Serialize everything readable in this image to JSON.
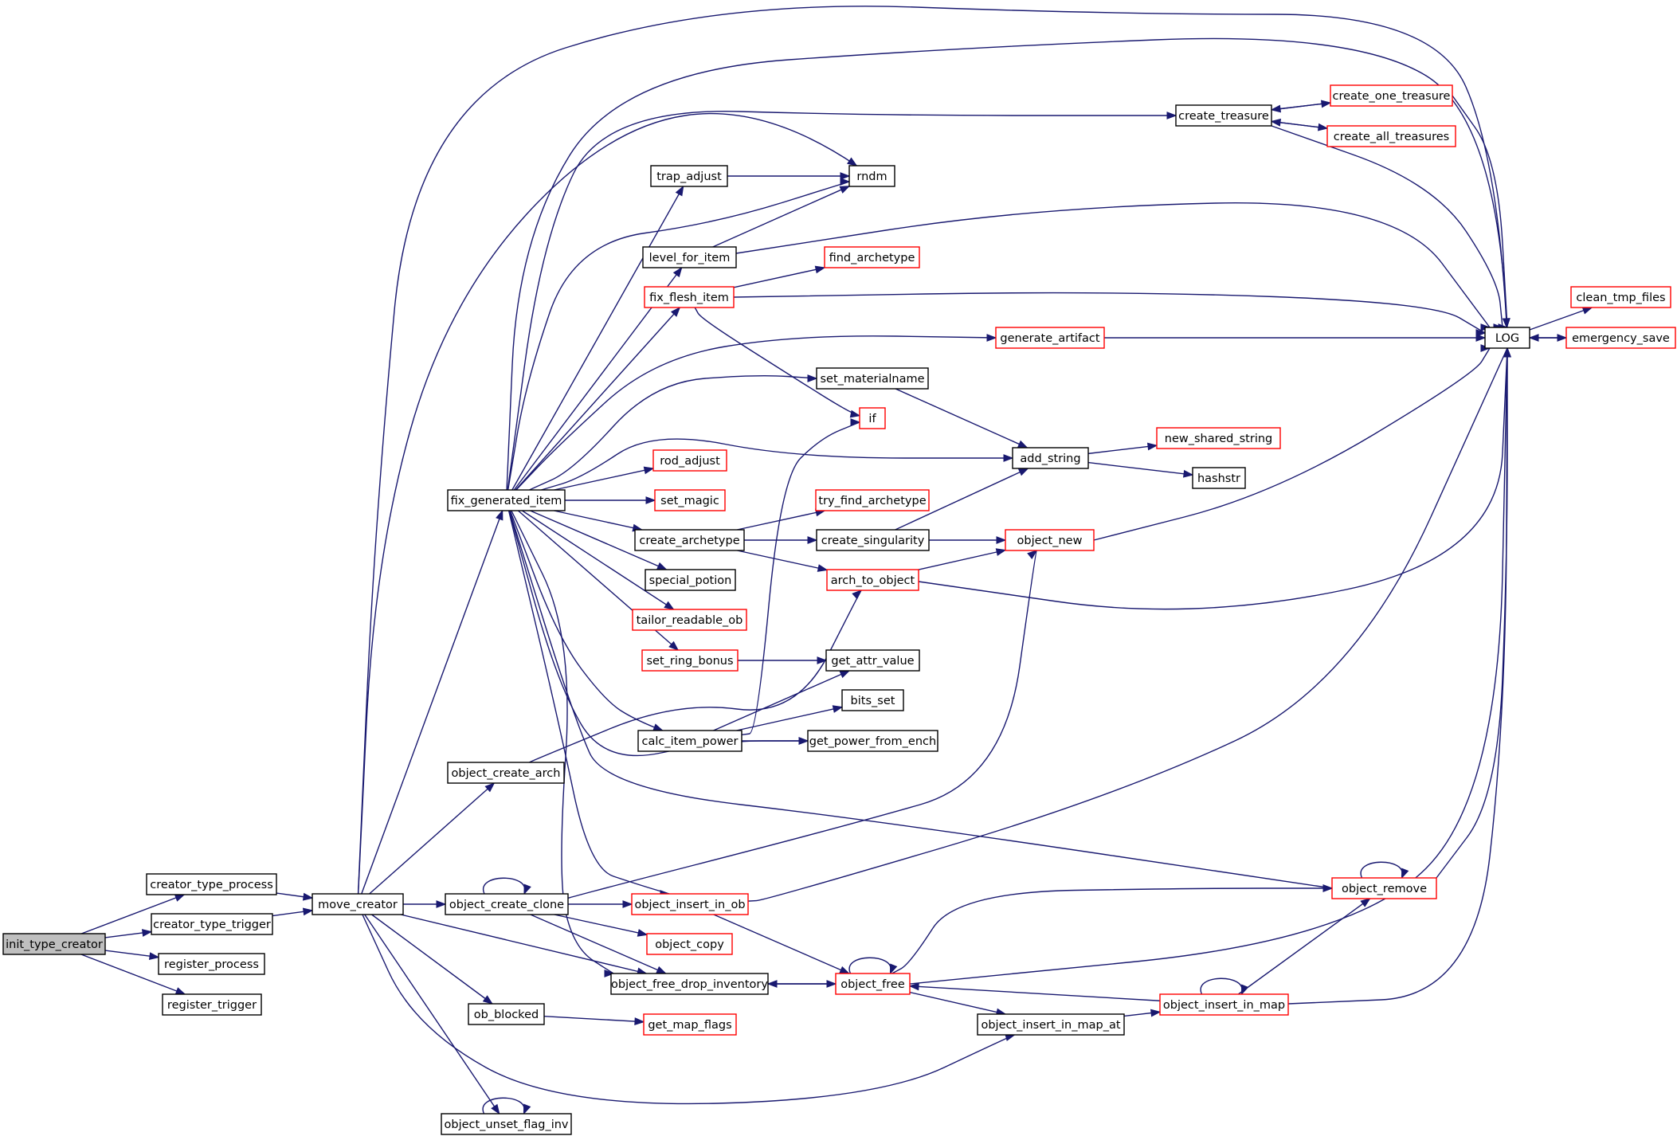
{
  "nodes": [
    {
      "id": "init_type_creator",
      "label": "init_type_creator",
      "style": "root"
    },
    {
      "id": "creator_type_process",
      "label": "creator_type_process",
      "style": "normal"
    },
    {
      "id": "creator_type_trigger",
      "label": "creator_type_trigger",
      "style": "normal"
    },
    {
      "id": "register_process",
      "label": "register_process",
      "style": "normal"
    },
    {
      "id": "register_trigger",
      "label": "register_trigger",
      "style": "normal"
    },
    {
      "id": "move_creator",
      "label": "move_creator",
      "style": "normal"
    },
    {
      "id": "fix_generated_item",
      "label": "fix_generated_item",
      "style": "normal"
    },
    {
      "id": "object_create_arch",
      "label": "object_create_arch",
      "style": "normal"
    },
    {
      "id": "object_create_clone",
      "label": "object_create_clone",
      "style": "normal"
    },
    {
      "id": "ob_blocked",
      "label": "ob_blocked",
      "style": "normal"
    },
    {
      "id": "object_unset_flag_inv",
      "label": "object_unset_flag_inv",
      "style": "normal"
    },
    {
      "id": "trap_adjust",
      "label": "trap_adjust",
      "style": "normal"
    },
    {
      "id": "level_for_item",
      "label": "level_for_item",
      "style": "normal"
    },
    {
      "id": "fix_flesh_item",
      "label": "fix_flesh_item",
      "style": "red"
    },
    {
      "id": "rod_adjust",
      "label": "rod_adjust",
      "style": "red"
    },
    {
      "id": "set_magic",
      "label": "set_magic",
      "style": "red"
    },
    {
      "id": "create_archetype",
      "label": "create_archetype",
      "style": "normal"
    },
    {
      "id": "special_potion",
      "label": "special_potion",
      "style": "normal"
    },
    {
      "id": "tailor_readable_ob",
      "label": "tailor_readable_ob",
      "style": "red"
    },
    {
      "id": "set_ring_bonus",
      "label": "set_ring_bonus",
      "style": "red"
    },
    {
      "id": "calc_item_power",
      "label": "calc_item_power",
      "style": "normal"
    },
    {
      "id": "object_insert_in_ob",
      "label": "object_insert_in_ob",
      "style": "red"
    },
    {
      "id": "object_copy",
      "label": "object_copy",
      "style": "red"
    },
    {
      "id": "object_free_drop_inventory",
      "label": "object_free_drop_inventory",
      "style": "normal"
    },
    {
      "id": "get_map_flags",
      "label": "get_map_flags",
      "style": "red"
    },
    {
      "id": "rndm",
      "label": "rndm",
      "style": "normal"
    },
    {
      "id": "find_archetype",
      "label": "find_archetype",
      "style": "red"
    },
    {
      "id": "set_materialname",
      "label": "set_materialname",
      "style": "normal"
    },
    {
      "id": "if",
      "label": "if",
      "style": "red"
    },
    {
      "id": "try_find_archetype",
      "label": "try_find_archetype",
      "style": "red"
    },
    {
      "id": "create_singularity",
      "label": "create_singularity",
      "style": "normal"
    },
    {
      "id": "arch_to_object",
      "label": "arch_to_object",
      "style": "red"
    },
    {
      "id": "get_attr_value",
      "label": "get_attr_value",
      "style": "normal"
    },
    {
      "id": "bits_set",
      "label": "bits_set",
      "style": "normal"
    },
    {
      "id": "get_power_from_ench",
      "label": "get_power_from_ench",
      "style": "normal"
    },
    {
      "id": "object_free",
      "label": "object_free",
      "style": "red"
    },
    {
      "id": "object_insert_in_map_at",
      "label": "object_insert_in_map_at",
      "style": "normal"
    },
    {
      "id": "generate_artifact",
      "label": "generate_artifact",
      "style": "red"
    },
    {
      "id": "add_string",
      "label": "add_string",
      "style": "normal"
    },
    {
      "id": "object_new",
      "label": "object_new",
      "style": "red"
    },
    {
      "id": "create_treasure",
      "label": "create_treasure",
      "style": "normal"
    },
    {
      "id": "new_shared_string",
      "label": "new_shared_string",
      "style": "red"
    },
    {
      "id": "hashstr",
      "label": "hashstr",
      "style": "normal"
    },
    {
      "id": "object_insert_in_map",
      "label": "object_insert_in_map",
      "style": "red"
    },
    {
      "id": "object_remove",
      "label": "object_remove",
      "style": "red"
    },
    {
      "id": "create_one_treasure",
      "label": "create_one_treasure",
      "style": "red"
    },
    {
      "id": "create_all_treasures",
      "label": "create_all_treasures",
      "style": "red"
    },
    {
      "id": "LOG",
      "label": "LOG",
      "style": "normal"
    },
    {
      "id": "clean_tmp_files",
      "label": "clean_tmp_files",
      "style": "red"
    },
    {
      "id": "emergency_save",
      "label": "emergency_save",
      "style": "red"
    }
  ],
  "edges": [
    [
      "init_type_creator",
      "creator_type_process"
    ],
    [
      "init_type_creator",
      "creator_type_trigger"
    ],
    [
      "init_type_creator",
      "register_process"
    ],
    [
      "init_type_creator",
      "register_trigger"
    ],
    [
      "creator_type_process",
      "move_creator"
    ],
    [
      "creator_type_trigger",
      "move_creator"
    ],
    [
      "move_creator",
      "fix_generated_item"
    ],
    [
      "move_creator",
      "object_create_arch"
    ],
    [
      "move_creator",
      "object_create_clone"
    ],
    [
      "move_creator",
      "ob_blocked"
    ],
    [
      "move_creator",
      "object_unset_flag_inv"
    ],
    [
      "move_creator",
      "object_free_drop_inventory"
    ],
    [
      "move_creator",
      "object_insert_in_map_at"
    ],
    [
      "move_creator",
      "rndm"
    ],
    [
      "move_creator",
      "LOG"
    ],
    [
      "fix_generated_item",
      "trap_adjust"
    ],
    [
      "fix_generated_item",
      "level_for_item"
    ],
    [
      "fix_generated_item",
      "fix_flesh_item"
    ],
    [
      "fix_generated_item",
      "rod_adjust"
    ],
    [
      "fix_generated_item",
      "set_magic"
    ],
    [
      "fix_generated_item",
      "create_archetype"
    ],
    [
      "fix_generated_item",
      "special_potion"
    ],
    [
      "fix_generated_item",
      "tailor_readable_ob"
    ],
    [
      "fix_generated_item",
      "set_ring_bonus"
    ],
    [
      "fix_generated_item",
      "calc_item_power"
    ],
    [
      "fix_generated_item",
      "object_insert_in_ob"
    ],
    [
      "fix_generated_item",
      "object_free_drop_inventory"
    ],
    [
      "fix_generated_item",
      "rndm"
    ],
    [
      "fix_generated_item",
      "set_materialname"
    ],
    [
      "fix_generated_item",
      "add_string"
    ],
    [
      "fix_generated_item",
      "generate_artifact"
    ],
    [
      "fix_generated_item",
      "create_treasure"
    ],
    [
      "fix_generated_item",
      "LOG"
    ],
    [
      "fix_generated_item",
      "object_remove"
    ],
    [
      "fix_generated_item",
      "get_power_from_ench"
    ],
    [
      "trap_adjust",
      "rndm"
    ],
    [
      "level_for_item",
      "rndm"
    ],
    [
      "level_for_item",
      "LOG"
    ],
    [
      "fix_flesh_item",
      "find_archetype"
    ],
    [
      "fix_flesh_item",
      "if"
    ],
    [
      "fix_flesh_item",
      "LOG"
    ],
    [
      "set_materialname",
      "add_string"
    ],
    [
      "create_archetype",
      "try_find_archetype"
    ],
    [
      "create_archetype",
      "create_singularity"
    ],
    [
      "create_archetype",
      "arch_to_object"
    ],
    [
      "create_singularity",
      "add_string"
    ],
    [
      "create_singularity",
      "object_new"
    ],
    [
      "arch_to_object",
      "object_new"
    ],
    [
      "arch_to_object",
      "LOG"
    ],
    [
      "set_ring_bonus",
      "get_attr_value"
    ],
    [
      "calc_item_power",
      "get_attr_value"
    ],
    [
      "calc_item_power",
      "bits_set"
    ],
    [
      "calc_item_power",
      "get_power_from_ench"
    ],
    [
      "calc_item_power",
      "if"
    ],
    [
      "object_create_arch",
      "arch_to_object"
    ],
    [
      "object_create_clone",
      "object_create_clone"
    ],
    [
      "object_create_clone",
      "object_insert_in_ob"
    ],
    [
      "object_create_clone",
      "object_copy"
    ],
    [
      "object_create_clone",
      "object_new"
    ],
    [
      "object_create_clone",
      "object_free_drop_inventory"
    ],
    [
      "object_insert_in_ob",
      "object_free"
    ],
    [
      "object_insert_in_ob",
      "LOG"
    ],
    [
      "object_free_drop_inventory",
      "object_free"
    ],
    [
      "object_free",
      "object_free"
    ],
    [
      "object_free",
      "object_free_drop_inventory"
    ],
    [
      "object_free",
      "object_insert_in_map_at"
    ],
    [
      "object_free",
      "object_remove"
    ],
    [
      "object_free",
      "LOG"
    ],
    [
      "object_insert_in_map_at",
      "object_insert_in_map"
    ],
    [
      "object_insert_in_map",
      "object_insert_in_map"
    ],
    [
      "object_insert_in_map",
      "object_free"
    ],
    [
      "object_insert_in_map",
      "object_remove"
    ],
    [
      "object_insert_in_map",
      "LOG"
    ],
    [
      "object_remove",
      "object_remove"
    ],
    [
      "object_remove",
      "LOG"
    ],
    [
      "ob_blocked",
      "get_map_flags"
    ],
    [
      "object_unset_flag_inv",
      "object_unset_flag_inv"
    ],
    [
      "generate_artifact",
      "LOG"
    ],
    [
      "add_string",
      "new_shared_string"
    ],
    [
      "add_string",
      "hashstr"
    ],
    [
      "object_new",
      "LOG"
    ],
    [
      "create_treasure",
      "create_one_treasure"
    ],
    [
      "create_treasure",
      "create_all_treasures"
    ],
    [
      "create_treasure",
      "LOG"
    ],
    [
      "create_one_treasure",
      "create_treasure"
    ],
    [
      "create_one_treasure",
      "LOG"
    ],
    [
      "create_all_treasures",
      "create_treasure"
    ],
    [
      "LOG",
      "clean_tmp_files"
    ],
    [
      "LOG",
      "emergency_save"
    ],
    [
      "emergency_save",
      "LOG"
    ]
  ]
}
